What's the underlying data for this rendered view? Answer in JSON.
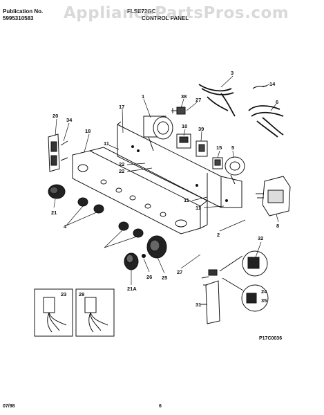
{
  "header": {
    "publication_label": "Publication No.",
    "publication_number": "5995310583",
    "model": "FLSE72GC",
    "section": "CONTROL PANEL"
  },
  "watermark": "AppliancePartsPros.com",
  "callouts": {
    "c1": "1",
    "c2": "2",
    "c3": "3",
    "c4": "4",
    "c5": "5",
    "c6": "6",
    "c8": "8",
    "c10": "10",
    "c11a": "11",
    "c11b": "11",
    "c11c": "11",
    "c14": "14",
    "c15": "15",
    "c17": "17",
    "c18": "18",
    "c20": "20",
    "c21": "21",
    "c21a": "21A",
    "c22a": "22",
    "c22b": "22",
    "c23": "23",
    "c24": "24",
    "c25": "25",
    "c26": "26",
    "c27a": "27",
    "c27b": "27",
    "c29": "29",
    "c31": "31",
    "c32": "32",
    "c34": "34",
    "c35": "35",
    "c38": "38",
    "c39": "39"
  },
  "diagram_code": "P17C0036",
  "footer": {
    "date": "07/98",
    "page": "6"
  }
}
